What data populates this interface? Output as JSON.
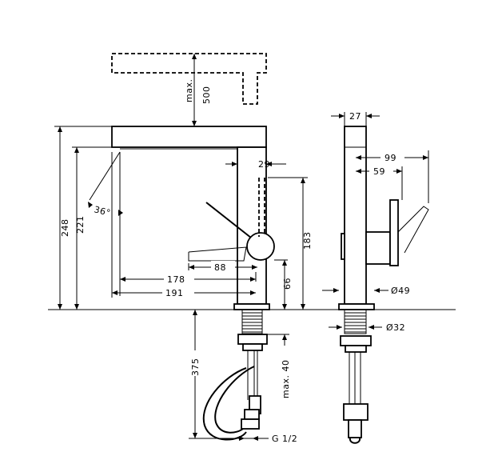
{
  "dimensions": {
    "max_label": "max.",
    "max_height": "500",
    "spout_depth": "29",
    "height_248": "248",
    "height_221": "221",
    "angle": "36°",
    "height_183": "183",
    "lever_88": "88",
    "reach_178": "178",
    "reach_191": "191",
    "height_66": "66",
    "hose_375": "375",
    "shank_max": "max. 40",
    "thread": "G 1/2",
    "side_width": "27",
    "side_99": "99",
    "side_59": "59",
    "diameter_49": "Ø49",
    "diameter_32": "Ø32"
  }
}
